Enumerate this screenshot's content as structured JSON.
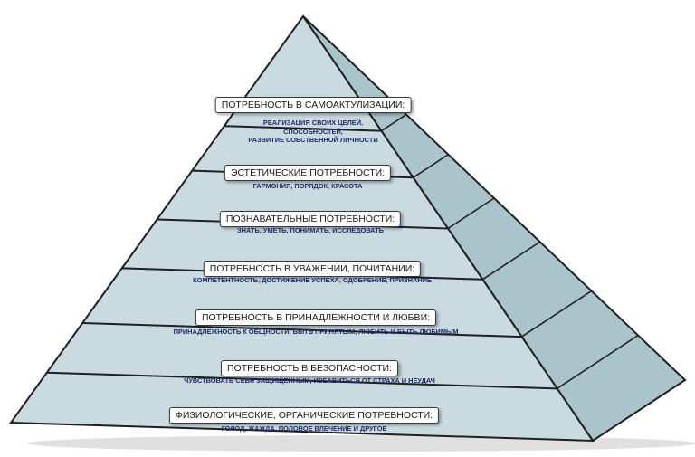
{
  "pyramid": {
    "levels": [
      {
        "title": "ПОТРЕБНОСТЬ В САМОАКТУЛИЗАЦИИ:",
        "description": [
          "РЕАЛИЗАЦИЯ СВОИХ ЦЕЛЕЙ,",
          "СПОСОБНОСТЕЙ,",
          "РАЗВИТИЕ СОБСТВЕННОЙ ЛИЧНОСТИ"
        ]
      },
      {
        "title": "ЭСТЕТИЧЕСКИЕ ПОТРЕБНОСТИ:",
        "description": [
          "ГАРМОНИЯ, ПОРЯДОК, КРАСОТА"
        ]
      },
      {
        "title": "ПОЗНАВАТЕЛЬНЫЕ  ПОТРЕБНОСТИ:",
        "description": [
          "ЗНАТЬ, УМЕТЬ, ПОНИМАТЬ, ИССЛЕДОВАТЬ"
        ]
      },
      {
        "title": "ПОТРЕБНОСТЬ В УВАЖЕНИИ, ПОЧИТАНИИ:",
        "description": [
          "КОМПЕТЕНТНОСТЬ, ДОСТИЖЕНИЕ УСПЕХА, ОДОБРЕНИЕ, ПРИЗНАНИЕ"
        ]
      },
      {
        "title": "ПОТРЕБНОСТЬ В ПРИНАДЛЕЖНОСТИ И ЛЮБВИ:",
        "description": [
          "ПРИНАДЛЕЖНОСТЬ К ОБЩНОСТИ, БЫТЬ ПРИНЯТЫМ, ЛЮБИТЬ И БЫТЬ ЛЮБИМЫМ"
        ]
      },
      {
        "title": "ПОТРЕБНОСТЬ В БЕЗОПАСНОСТИ:",
        "description": [
          "ЧУВСТВОВАТЬ СЕБЯ ЗАЩИЩЕННЫМ, ИЗБАВИТЬСЯ ОТ СТРАХА И НЕУДАЧ"
        ]
      },
      {
        "title": "ФИЗИОЛОГИЧЕСКИЕ, ОРГАНИЧЕСКИЕ  ПОТРЕБНОСТИ:",
        "description": [
          "ГОЛОД, ЖАЖДА, ПОЛОВОЕ ВЛЕЧЕНИЕ И ДРУГОЕ"
        ]
      }
    ]
  },
  "colors": {
    "front_face": "#c9dbe0",
    "side_face": "#aac4cb",
    "edge": "#1f1f1f",
    "title_box_bg": "#ffffff",
    "description_text": "#1f2a6b"
  }
}
